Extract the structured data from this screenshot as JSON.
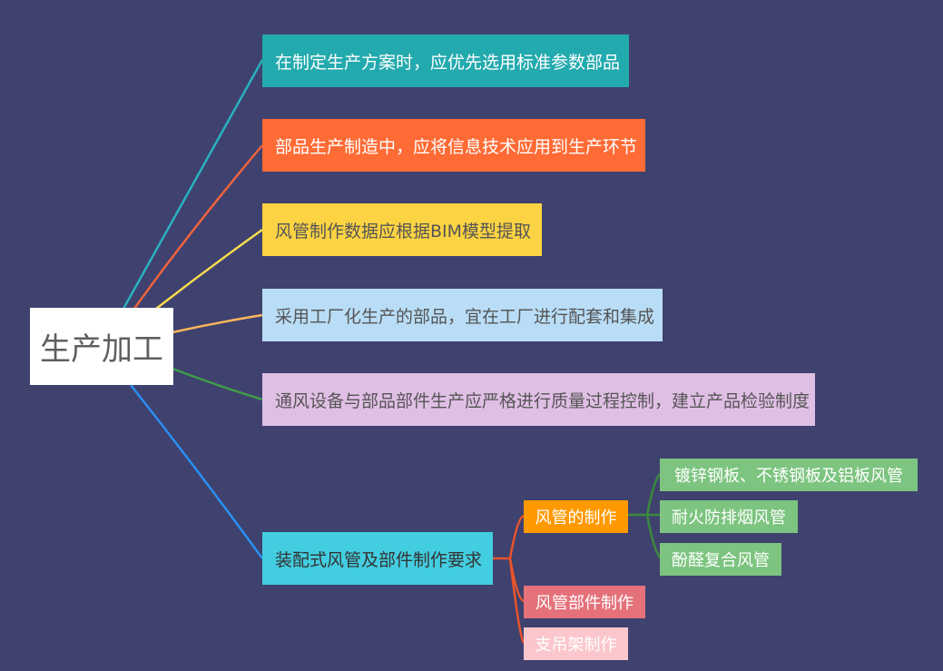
{
  "mindmap": {
    "root": "生产加工",
    "branches": [
      {
        "text": "在制定生产方案时，应优先选用标准参数部品",
        "color": "#23aaae",
        "text_color": "#ffffff"
      },
      {
        "text": "部品生产制造中，应将信息技术应用到生产环节",
        "color": "#ff6b35",
        "text_color": "#ffffff"
      },
      {
        "text": "风管制作数据应根据BIM模型提取",
        "color": "#fcd343",
        "text_color": "#555555"
      },
      {
        "text": "采用工厂化生产的部品，宜在工厂进行配套和集成",
        "color": "#b9ddf6",
        "text_color": "#555555"
      },
      {
        "text": "通风设备与部品部件生产应严格进行质量过程控制，建立产品检验制度",
        "color": "#e0bfe5",
        "text_color": "#555555"
      },
      {
        "text": "装配式风管及部件制作要求",
        "color": "#43cde0",
        "text_color": "#333333",
        "children": [
          {
            "text": "风管的制作",
            "color": "#ff9900",
            "text_color": "#ffffff",
            "children": [
              {
                "text": "镀锌钢板、不锈钢板及铝板风管",
                "color": "#7cc47f",
                "text_color": "#ffffff"
              },
              {
                "text": "耐火防排烟风管",
                "color": "#7cc47f",
                "text_color": "#ffffff"
              },
              {
                "text": "酚醛复合风管",
                "color": "#7cc47f",
                "text_color": "#ffffff"
              }
            ]
          },
          {
            "text": "风管部件制作",
            "color": "#e5717a",
            "text_color": "#ffffff"
          },
          {
            "text": "支吊架制作",
            "color": "#fbc7cc",
            "text_color": "#ffffff"
          }
        ]
      }
    ],
    "link_colors": {
      "b1": "#2ab1bf",
      "b2": "#f0633e",
      "b3": "#f7dc4d",
      "b4": "#f8b65c",
      "b5": "#3f9d47",
      "b6": "#2a8ff0",
      "sub": "#e8542b",
      "leaf": "#3a8a3e"
    },
    "background": "#3f416f"
  }
}
